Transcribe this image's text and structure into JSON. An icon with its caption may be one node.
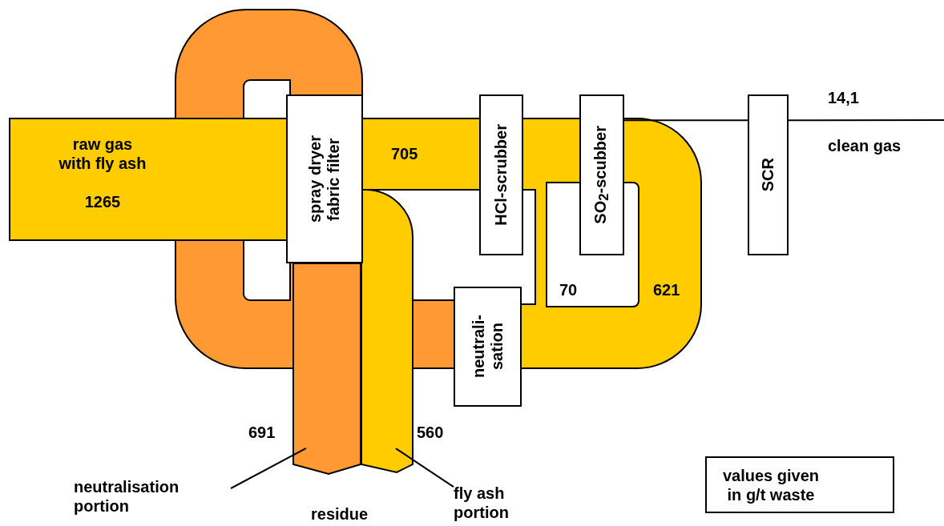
{
  "diagram": {
    "nodes": [
      {
        "text": [
          "spray dryer fabric filter"
        ]
      },
      {
        "text": [
          "HCl-scrubber"
        ]
      },
      {
        "text": [
          "SO$_{2}$-scubber"
        ]
      },
      {
        "text": [
          "SCR"
        ]
      },
      {
        "text": [
          "neutrali- sation"
        ]
      },
      {
        "text": [
          "values given in g/t waste"
        ]
      },
      {
        "text": [
          "neutralisation portion"
        ]
      },
      {
        "text": [
          "fly ash portion"
        ]
      },
      {
        "text": [],
        "shape": "bar"
      },
      {
        "text": [],
        "shape": "bar"
      }
    ],
    "edges": [
      {
        "from": 6,
        "to": 8,
        "arrow": "none"
      },
      {
        "from": 7,
        "to": 9,
        "arrow": "none"
      },
      {
        "from": 2,
        "to": 3,
        "arrow": "none"
      },
      {
        "from": 3,
        "to": null,
        "arrow": "none"
      }
    ],
    "labels": [
      "raw gas with fly ash",
      "1265",
      "705",
      "14,1",
      "clean gas",
      "70",
      "621",
      "691",
      "560",
      "residue"
    ]
  }
}
